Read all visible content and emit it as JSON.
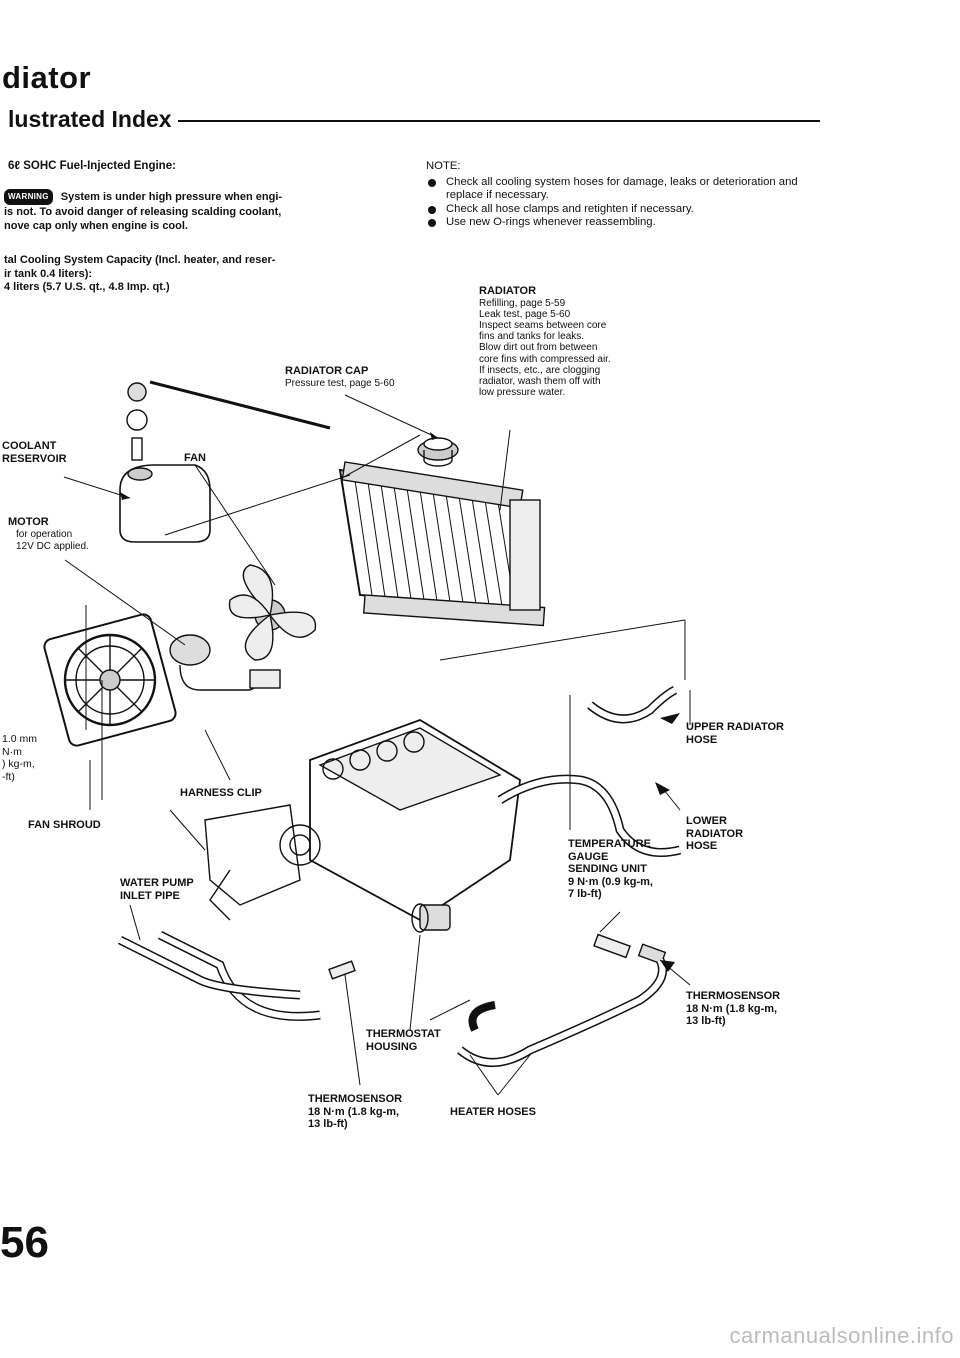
{
  "header": {
    "title": "diator",
    "subtitle": "lustrated Index"
  },
  "engine_line": "6ℓ SOHC Fuel-Injected Engine:",
  "warning": {
    "badge": "WARNING",
    "line1": "System is under high pressure when engi-",
    "line2": "is not. To avoid danger of releasing scalding coolant,",
    "line3": "nove cap only when engine is cool."
  },
  "capacity": {
    "line1": "tal Cooling System Capacity (Incl. heater, and reser-",
    "line2": "ir tank 0.4 liters):",
    "line3": "4 liters (5.7 U.S. qt., 4.8 Imp. qt.)"
  },
  "note": {
    "heading": "NOTE:",
    "items": [
      "Check all cooling system hoses for damage, leaks or deterioration and replace if necessary.",
      "Check all hose clamps and retighten if necessary.",
      "Use new O-rings whenever reassembling."
    ]
  },
  "labels": {
    "radiator": {
      "title": "RADIATOR",
      "lines": [
        "Refilling, page 5-59",
        "Leak test, page 5-60",
        "Inspect seams between core",
        "fins and tanks for leaks.",
        "Blow dirt out from between",
        "core fins with compressed air.",
        "If insects, etc., are clogging",
        "radiator, wash them off with",
        "low pressure water."
      ]
    },
    "radiator_cap": {
      "title": "RADIATOR CAP",
      "sub": "Pressure test, page 5-60"
    },
    "coolant_reservoir": {
      "line1": "COOLANT",
      "line2": "RESERVOIR"
    },
    "fan": "FAN",
    "fan_motor": {
      "title": "MOTOR",
      "line1": "for operation",
      "line2": "12V DC applied."
    },
    "torque_left": {
      "line1": "1.0 mm",
      "line2": "N·m",
      "line3": ") kg-m,",
      "line4": "-ft)"
    },
    "harness_clip": "HARNESS CLIP",
    "fan_shroud": "FAN SHROUD",
    "water_pump_inlet": {
      "line1": "WATER PUMP",
      "line2": "INLET PIPE"
    },
    "upper_radiator_hose": {
      "line1": "UPPER RADIATOR",
      "line2": "HOSE"
    },
    "lower_radiator_hose": {
      "line1": "LOWER",
      "line2": "RADIATOR",
      "line3": "HOSE"
    },
    "temp_gauge_unit": {
      "line1": "TEMPERATURE",
      "line2": "GAUGE",
      "line3": "SENDING UNIT",
      "line4": "9 N·m (0.9 kg-m,",
      "line5": "7 lb-ft)"
    },
    "thermosensor_right": {
      "line1": "THERMOSENSOR",
      "line2": "18 N·m (1.8 kg-m,",
      "line3": "13 lb-ft)"
    },
    "thermostat_housing": {
      "line1": "THERMOSTAT",
      "line2": "HOUSING"
    },
    "thermosensor_bottom": {
      "line1": "THERMOSENSOR",
      "line2": "18 N·m (1.8 kg-m,",
      "line3": "13 lb-ft)"
    },
    "heater_hoses": "HEATER HOSES"
  },
  "page_number": "56",
  "watermark": "carmanualsonline.info"
}
